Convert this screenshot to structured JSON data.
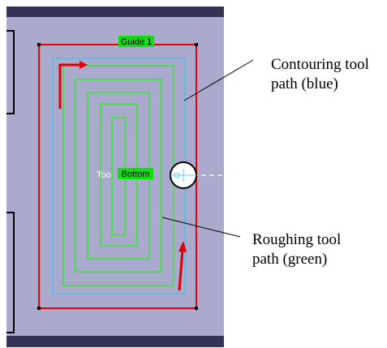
{
  "labels": {
    "guide": "Guide 1",
    "tool_prefix": "Too",
    "bottom": "Bottom"
  },
  "callouts": {
    "contouring_line1": "Contouring tool",
    "contouring_line2": "path (blue)",
    "roughing_line1": "Roughing  tool",
    "roughing_line2": "path (green)"
  },
  "colors": {
    "workspace": "#aaaacc",
    "border_band": "#333355",
    "guide_boundary": "#ee0000",
    "contouring_path": "#55bbee",
    "roughing_path": "#22ee22",
    "label_bg": "#11dd11",
    "direction_arrow": "#dd0000"
  },
  "icons": {
    "tool": "tool-circle-icon",
    "direction": "arrow-icon"
  }
}
